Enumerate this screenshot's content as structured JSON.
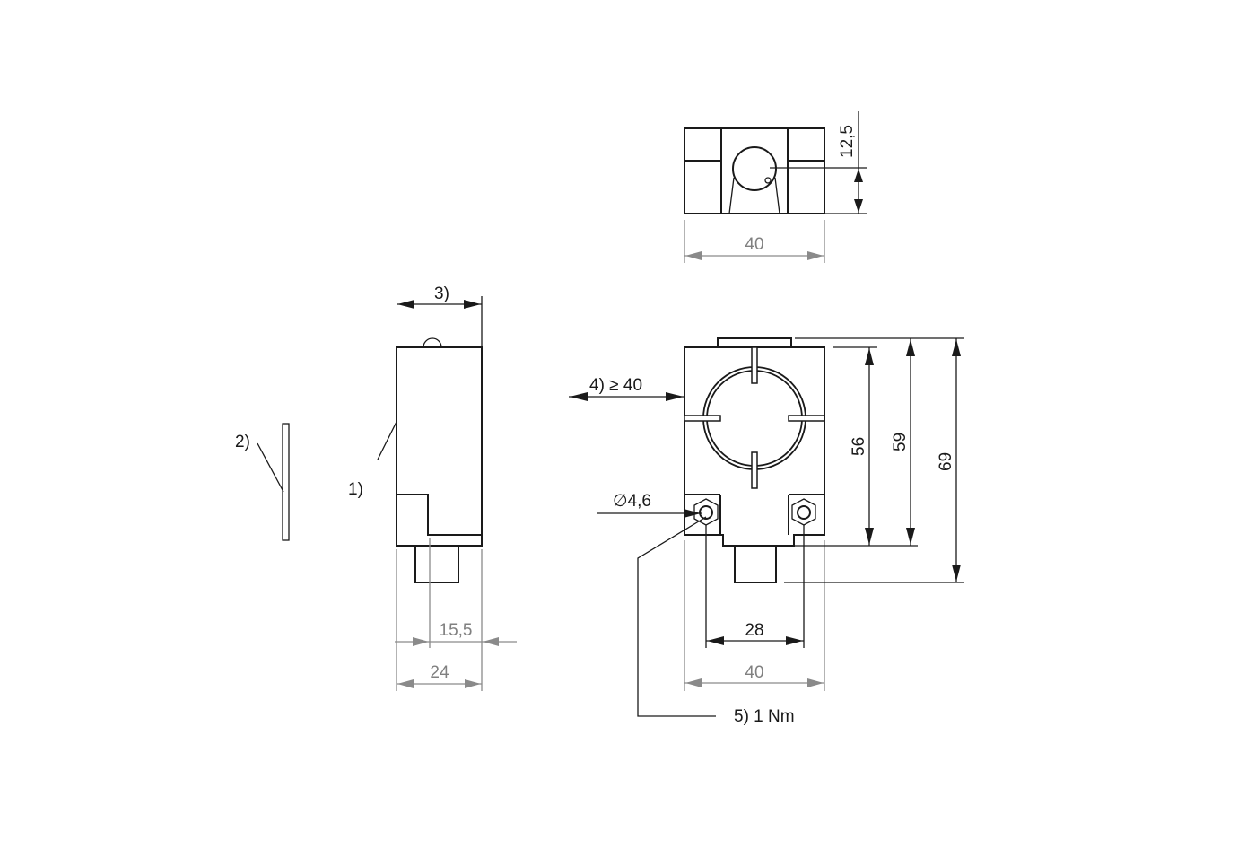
{
  "drawing": {
    "top_view": {
      "width_dim": "40",
      "height_dim": "12,5"
    },
    "side_view": {
      "callout_3": "3)",
      "callout_1": "1)",
      "dim_15_5": "15,5",
      "dim_24": "24"
    },
    "target_plate": {
      "callout_2": "2)"
    },
    "front_view": {
      "callout_4": "4)  ≥ 40",
      "hole_dia": "∅4,6",
      "dim_28": "28",
      "dim_40": "40",
      "dim_56": "56",
      "dim_59": "59",
      "dim_69": "69",
      "callout_5": "5)  1 Nm"
    },
    "colors": {
      "line": "#1a1a1a",
      "dim_gray": "#808080",
      "background": "#ffffff"
    }
  }
}
